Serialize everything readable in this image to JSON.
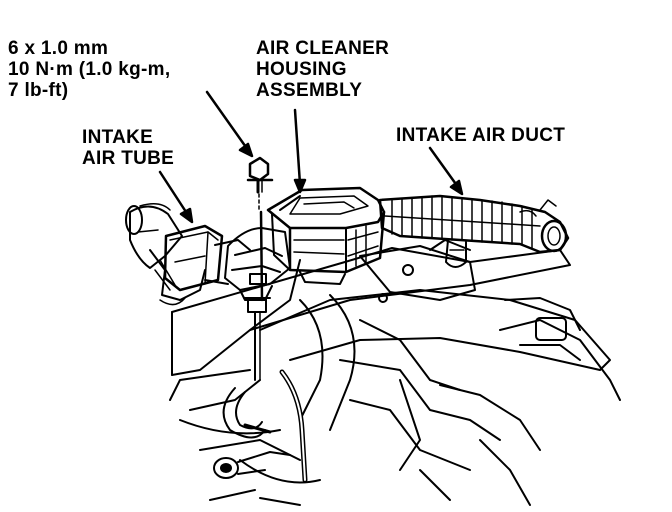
{
  "labels": {
    "bolt_spec": {
      "line1": "6 x 1.0 mm",
      "line2": "10 N·m (1.0 kg-m,",
      "line3": "7 lb-ft)"
    },
    "air_cleaner_housing": {
      "line1": "AIR CLEANER",
      "line2": "HOUSING",
      "line3": "ASSEMBLY"
    },
    "intake_air_tube": {
      "line1": "INTAKE",
      "line2": "AIR TUBE"
    },
    "intake_air_duct": {
      "line1": "INTAKE AIR DUCT"
    }
  }
}
